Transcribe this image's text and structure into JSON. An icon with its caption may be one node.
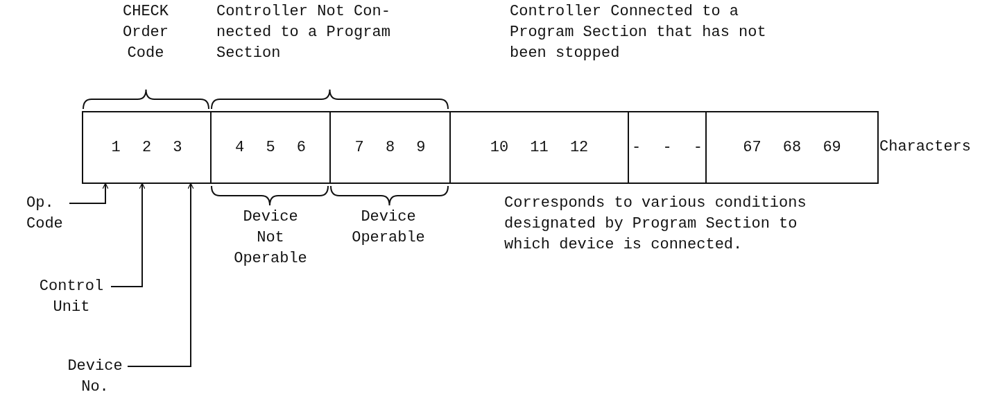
{
  "diagram": {
    "nodes": [
      {
        "text": [
          "1 2 3"
        ]
      },
      {
        "text": [
          "4 5 6"
        ]
      },
      {
        "text": [
          "7 8 9"
        ]
      },
      {
        "text": [
          "10 11 12"
        ]
      },
      {
        "text": [
          "- - -"
        ]
      },
      {
        "text": [
          "67 68 69"
        ]
      },
      {
        "text": [
          "Op. Code"
        ]
      },
      {
        "text": [
          "Control Unit"
        ]
      },
      {
        "text": [
          "Device No."
        ]
      }
    ],
    "edges": [
      {
        "from": 6,
        "to": 0,
        "arrow": "to"
      },
      {
        "from": 7,
        "to": 0,
        "arrow": "to"
      },
      {
        "from": 8,
        "to": 0,
        "arrow": "to"
      }
    ],
    "labels": [
      "CHECK Order Code",
      "Controller Not Con- nected to a Program Section",
      "Controller Connected to a Program Section that has not been stopped",
      "Characters",
      "Device Not Operable",
      "Device Operable",
      "Corresponds to various conditions designated by Program Section to which device is connected."
    ]
  }
}
